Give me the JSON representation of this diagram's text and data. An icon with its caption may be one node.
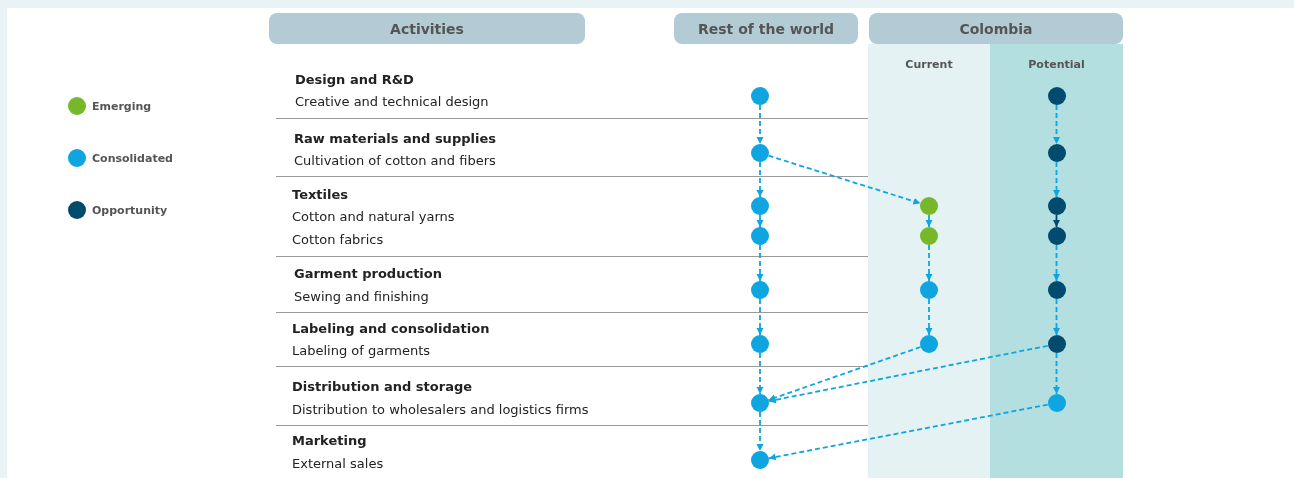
{
  "diagram": {
    "nodes": [
      {
        "text": [
          "Activities"
        ]
      },
      {
        "text": [
          "Rest of the world"
        ]
      },
      {
        "text": [
          "Colombia"
        ]
      },
      {
        "text": [
          "Current"
        ]
      },
      {
        "text": [
          "Potential"
        ]
      },
      {
        "text": [],
        "shape": "circle"
      },
      {
        "text": [],
        "shape": "circle",
        "in": 4
      },
      {
        "text": [],
        "shape": "circle"
      },
      {
        "text": [],
        "shape": "circle",
        "in": 4
      },
      {
        "text": [],
        "shape": "circle"
      },
      {
        "text": [],
        "shape": "circle",
        "in": 3
      },
      {
        "text": [],
        "shape": "circle",
        "in": 4
      },
      {
        "text": [],
        "shape": "circle"
      },
      {
        "text": [],
        "shape": "circle",
        "in": 3
      },
      {
        "text": [],
        "shape": "circle",
        "in": 4
      },
      {
        "text": [],
        "shape": "circle"
      },
      {
        "text": [],
        "shape": "circle",
        "in": 3
      },
      {
        "text": [],
        "shape": "circle",
        "in": 4
      },
      {
        "text": [],
        "shape": "circle"
      },
      {
        "text": [],
        "shape": "circle",
        "in": 3
      },
      {
        "text": [],
        "shape": "circle",
        "in": 4
      },
      {
        "text": [],
        "shape": "circle"
      },
      {
        "text": [],
        "shape": "circle",
        "in": 4
      },
      {
        "text": [],
        "shape": "circle"
      }
    ],
    "edges": [
      {
        "from": 5,
        "to": 7,
        "arrow": "to",
        "style": "dashed"
      },
      {
        "from": 7,
        "to": 9,
        "arrow": "to",
        "style": "dashed"
      },
      {
        "from": 9,
        "to": 12,
        "arrow": "to",
        "style": "dashed"
      },
      {
        "from": 12,
        "to": 15,
        "arrow": "to",
        "style": "dashed"
      },
      {
        "from": 15,
        "to": 18,
        "arrow": "to",
        "style": "dashed"
      },
      {
        "from": 18,
        "to": 21,
        "arrow": "to",
        "style": "dashed"
      },
      {
        "from": 21,
        "to": 23,
        "arrow": "to",
        "style": "dashed"
      },
      {
        "from": 7,
        "to": 10,
        "arrow": "to",
        "style": "dashed"
      },
      {
        "from": 10,
        "to": 13,
        "arrow": "to"
      },
      {
        "from": 13,
        "to": 16,
        "arrow": "to",
        "style": "dashed"
      },
      {
        "from": 16,
        "to": 19,
        "arrow": "to",
        "style": "dashed"
      },
      {
        "from": 19,
        "to": 21,
        "arrow": "to",
        "style": "dashed"
      },
      {
        "from": 6,
        "to": 8,
        "arrow": "to",
        "style": "dashed"
      },
      {
        "from": 8,
        "to": 11,
        "arrow": "to",
        "style": "dashed"
      },
      {
        "from": 11,
        "to": 14,
        "arrow": "to",
        "color": "#004b6e"
      },
      {
        "from": 14,
        "to": 17,
        "arrow": "to",
        "style": "dashed"
      },
      {
        "from": 17,
        "to": 20,
        "arrow": "to",
        "style": "dashed"
      },
      {
        "from": 20,
        "to": 22,
        "arrow": "to",
        "style": "dashed"
      },
      {
        "from": 20,
        "to": 21,
        "arrow": "to",
        "style": "dashed"
      },
      {
        "from": 22,
        "to": 23,
        "arrow": "to",
        "style": "dashed"
      }
    ],
    "labels": [
      "Design and R&D",
      "Creative and technical design",
      "Raw materials and supplies",
      "Cultivation of cotton and fibers",
      "Textiles",
      "Cotton and natural yarns",
      "Cotton fabrics",
      "Garment production",
      "Sewing and finishing",
      "Labeling and consolidation",
      "Labeling of garments",
      "Distribution and storage",
      "Distribution to wholesalers and logistics firms",
      "Marketing",
      "External sales"
    ],
    "legend": [
      {
        "text": "Emerging",
        "color": "#76b82a"
      },
      {
        "text": "Consolidated",
        "color": "#0ea5e0"
      },
      {
        "text": "Opportunity",
        "color": "#004b6e"
      }
    ]
  }
}
